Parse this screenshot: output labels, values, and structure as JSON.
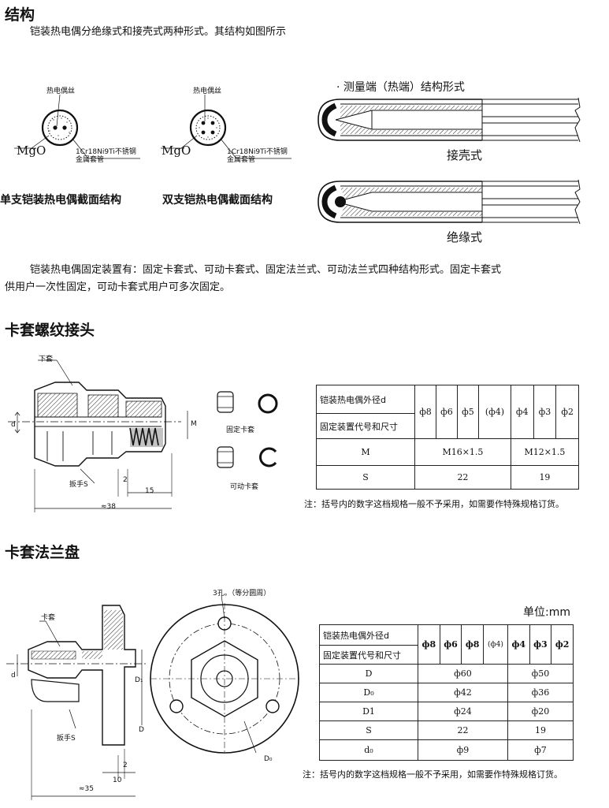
{
  "section1": {
    "heading": "结构",
    "intro": "铠装热电偶分绝缘式和接壳式两种形式。其结构如图所示",
    "diagram_single": {
      "wire_label": "热电偶丝",
      "mgo_label": "MgO",
      "sheath_label_1": "1Cr18Ni9Ti不锈钢",
      "sheath_label_2": "金属套管",
      "caption": "单支铠装热电偶截面结构"
    },
    "diagram_double": {
      "wire_label": "热电偶丝",
      "mgo_label": "MgO",
      "sheath_label_1": "1Cr18Ni9Ti不锈钢",
      "sheath_label_2": "金属套管",
      "caption": "双支铠热电偶截面结构"
    },
    "measure_title": "· 测量端（热端）结构形式",
    "grounded_caption": "接壳式",
    "insulated_caption": "绝缘式",
    "para_line1": "铠装热电偶固定装置有：固定卡套式、可动卡套式、固定法兰式、可动法兰式四种结构形式。固定卡套式",
    "para_line2": "供用户一次性固定，可动卡套式用户可多次固定。"
  },
  "section2": {
    "heading": "卡套螺纹接头",
    "labels": {
      "lower_sleeve": "下套",
      "d": "d",
      "M": "M",
      "wrench": "扳手S",
      "dim_2": "2",
      "dim_15": "15",
      "dim_38": "≈38",
      "fixed": "固定卡套",
      "movable": "可动卡套"
    },
    "table": {
      "header_row1": "铠装热电偶外径d",
      "header_row2": "固定装置代号和尺寸",
      "diameters": [
        "ф8",
        "ф6",
        "ф5",
        "(ф4)",
        "ф4",
        "ф3",
        "ф2"
      ],
      "rows": [
        {
          "name": "M",
          "left": "M16×1.5",
          "right": "M12×1.5"
        },
        {
          "name": "S",
          "left": "22",
          "right": "19"
        }
      ]
    },
    "note": "注：括号内的数字这档规格一般不予采用，如需要作特殊规格订货。"
  },
  "section3": {
    "heading": "卡套法兰盘",
    "unit": "单位:mm",
    "labels": {
      "holes": "3孔。（等分圆周）",
      "ferrule": "卡套",
      "d": "d",
      "D1": "D₁",
      "wrench": "扳手S",
      "D": "D",
      "D0": "D₀",
      "dim_2": "2",
      "dim_10": "10",
      "dim_35": "≈35"
    },
    "table": {
      "header_row1": "铠装热电偶外径d",
      "header_row2": "固定装置代号和尺寸",
      "diameters": [
        "ф8",
        "ф6",
        "ф8",
        "(ф4)",
        "ф4",
        "ф3",
        "ф2"
      ],
      "rows": [
        {
          "name": "D",
          "left": "ф60",
          "right": "ф50"
        },
        {
          "name": "D₀",
          "left": "ф42",
          "right": "ф36"
        },
        {
          "name": "D1",
          "left": "ф24",
          "right": "ф20"
        },
        {
          "name": "S",
          "left": "22",
          "right": "19"
        },
        {
          "name": "d₀",
          "left": "ф9",
          "right": "ф7"
        }
      ]
    },
    "note": "注：括号内的数字这档规格一般不予采用，如需要作特殊规格订货。"
  }
}
